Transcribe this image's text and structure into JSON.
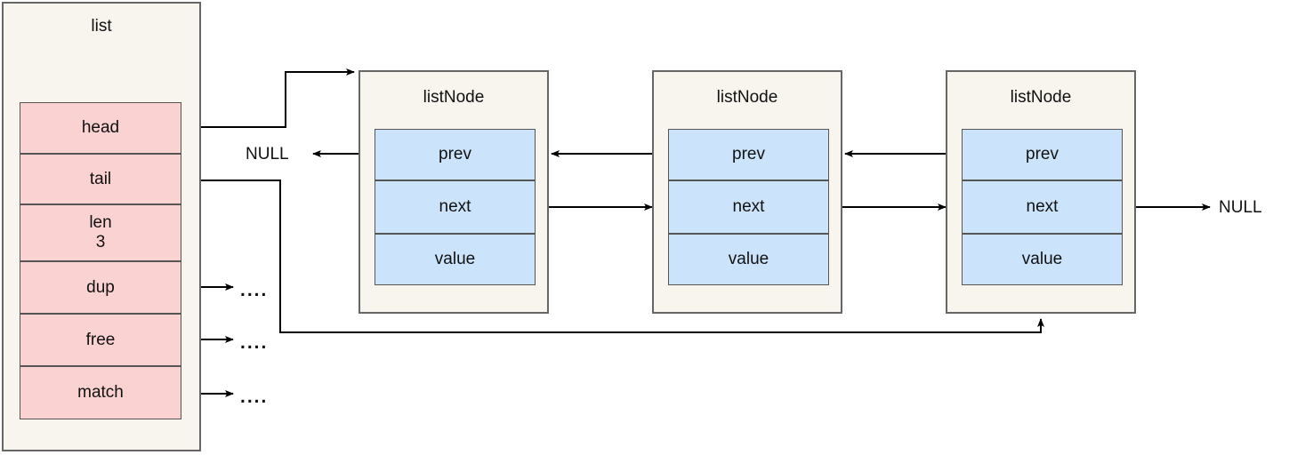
{
  "diagram": {
    "title_struct": "list",
    "node_title": "listNode",
    "null_label": "NULL",
    "dots": "....",
    "colors": {
      "struct_fill": "#fbd2d2",
      "node_fill": "#cbe4fb",
      "container_fill": "#f7f5ed",
      "stroke": "#555555",
      "arrow": "#000000"
    }
  },
  "list_struct": {
    "label": "list",
    "fields": [
      {
        "name": "head",
        "value": ""
      },
      {
        "name": "tail",
        "value": ""
      },
      {
        "name": "len",
        "value": "3"
      },
      {
        "name": "dup",
        "value": ""
      },
      {
        "name": "free",
        "value": ""
      },
      {
        "name": "match",
        "value": ""
      }
    ]
  },
  "nodes": [
    {
      "title": "listNode",
      "fields": [
        {
          "name": "prev"
        },
        {
          "name": "next"
        },
        {
          "name": "value"
        }
      ]
    },
    {
      "title": "listNode",
      "fields": [
        {
          "name": "prev"
        },
        {
          "name": "next"
        },
        {
          "name": "value"
        }
      ]
    },
    {
      "title": "listNode",
      "fields": [
        {
          "name": "prev"
        },
        {
          "name": "next"
        },
        {
          "name": "value"
        }
      ]
    }
  ],
  "labels": {
    "null_left": "NULL",
    "null_right": "NULL",
    "dup_target": "....",
    "free_target": "....",
    "match_target": "...."
  }
}
